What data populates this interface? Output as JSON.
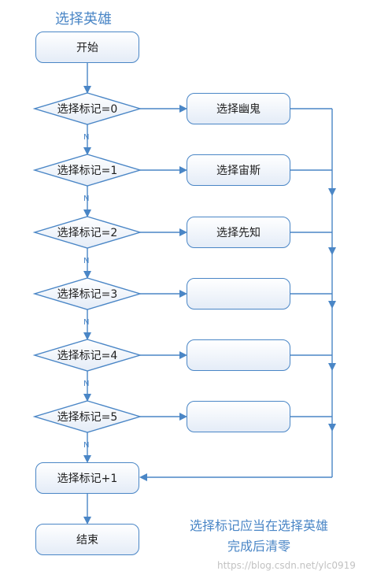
{
  "title": "选择英雄",
  "nodes": {
    "start": "开始",
    "check0": "选择标记=0",
    "check1": "选择标记=1",
    "check2": "选择标记=2",
    "check3": "选择标记=3",
    "check4": "选择标记=4",
    "check5": "选择标记=5",
    "choose0": "选择幽鬼",
    "choose1": "选择宙斯",
    "choose2": "选择先知",
    "choose3": "",
    "choose4": "",
    "choose5": "",
    "increment": "选择标记+1",
    "end": "结束"
  },
  "edge_labels": {
    "no": "N"
  },
  "note": {
    "line1": "选择标记应当在选择英雄",
    "line2": "完成后清零"
  },
  "watermark": "https://blog.csdn.net/ylc0919",
  "colors": {
    "stroke": "#4a86c6",
    "fill_top": "#ffffff",
    "fill_bottom": "#e4ecf7",
    "text": "#1f1f1f",
    "note": "#4a86c6"
  }
}
